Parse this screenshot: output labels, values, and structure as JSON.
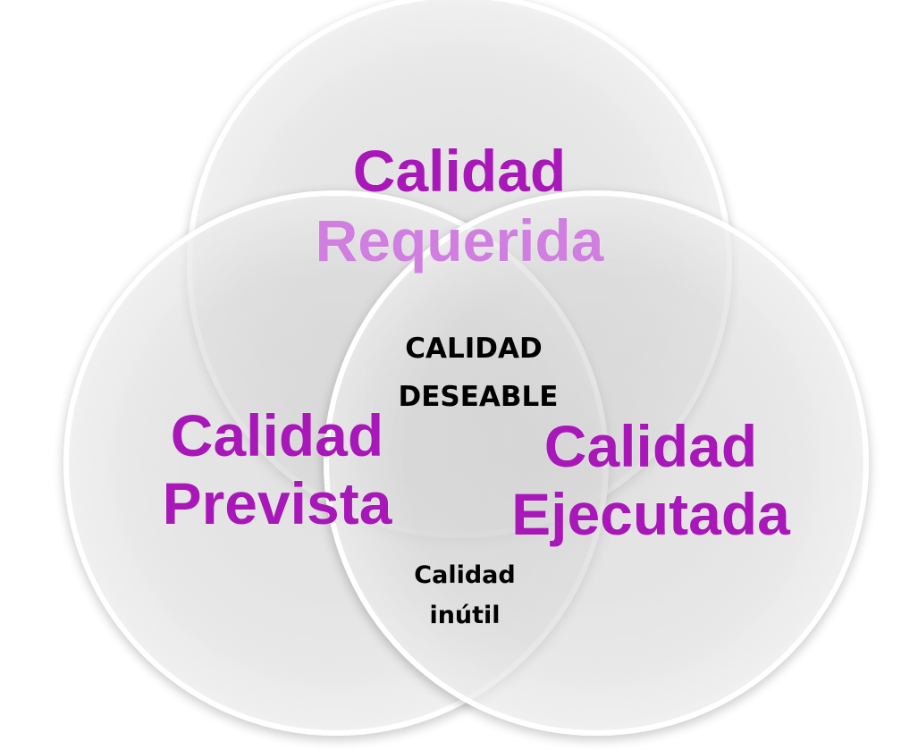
{
  "diagram": {
    "type": "venn",
    "circles": [
      {
        "id": "requerida",
        "line1": "Calidad",
        "line2": "Requerida"
      },
      {
        "id": "prevista",
        "line1": "Calidad",
        "line2": "Prevista"
      },
      {
        "id": "ejecutada",
        "line1": "Calidad",
        "line2": "Ejecutada"
      }
    ],
    "intersections": {
      "center": {
        "line1": "CALIDAD",
        "line2": "DESEABLE"
      },
      "prevista_ejecutada": {
        "line1": "Calidad",
        "line2": "inútil"
      }
    }
  },
  "colors": {
    "label_strong": "#a817b8",
    "label_light": "#d07fe0",
    "circle_fill": "#e6e6e6",
    "circle_edge": "#ffffff",
    "intersection_text": "#000000"
  }
}
